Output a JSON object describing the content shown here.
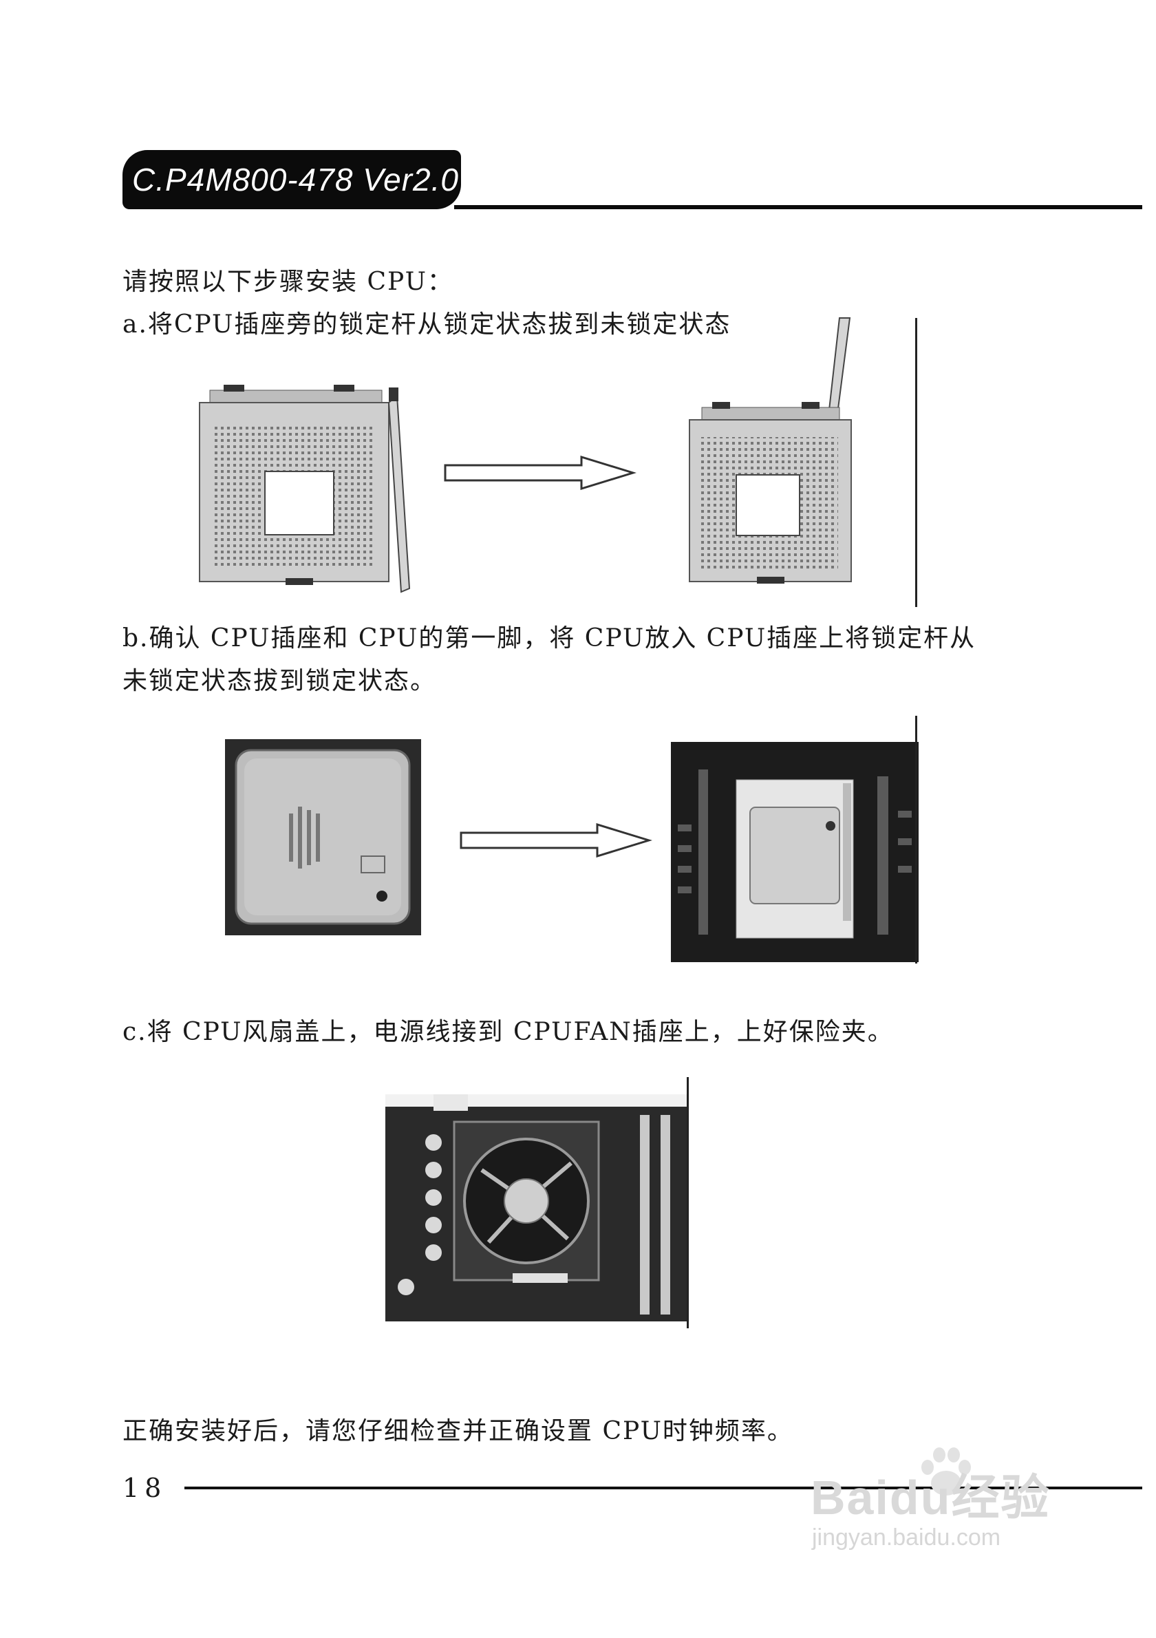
{
  "header": {
    "title": "C.P4M800-478 Ver2.0"
  },
  "intro": {
    "text": "请按照以下步骤安装 CPU："
  },
  "step_a": {
    "text": "a.将CPU插座旁的锁定杆从锁定状态拔到未锁定状态"
  },
  "step_b": {
    "line1": "b.确认 CPU插座和 CPU的第一脚，将 CPU放入 CPU插座上将锁定杆从",
    "line2": "未锁定状态拔到锁定状态。"
  },
  "step_c": {
    "text": "c.将 CPU风扇盖上，电源线接到 CPUFAN插座上，上好保险夹。"
  },
  "closing": {
    "text": "正确安装好后，请您仔细检查并正确设置 CPU时钟频率。"
  },
  "footer": {
    "page_number": "18"
  },
  "watermark": {
    "logo": "Baidu经验",
    "url": "jingyan.baidu.com"
  },
  "icons": [
    "arrow-right-icon",
    "paw-icon"
  ]
}
